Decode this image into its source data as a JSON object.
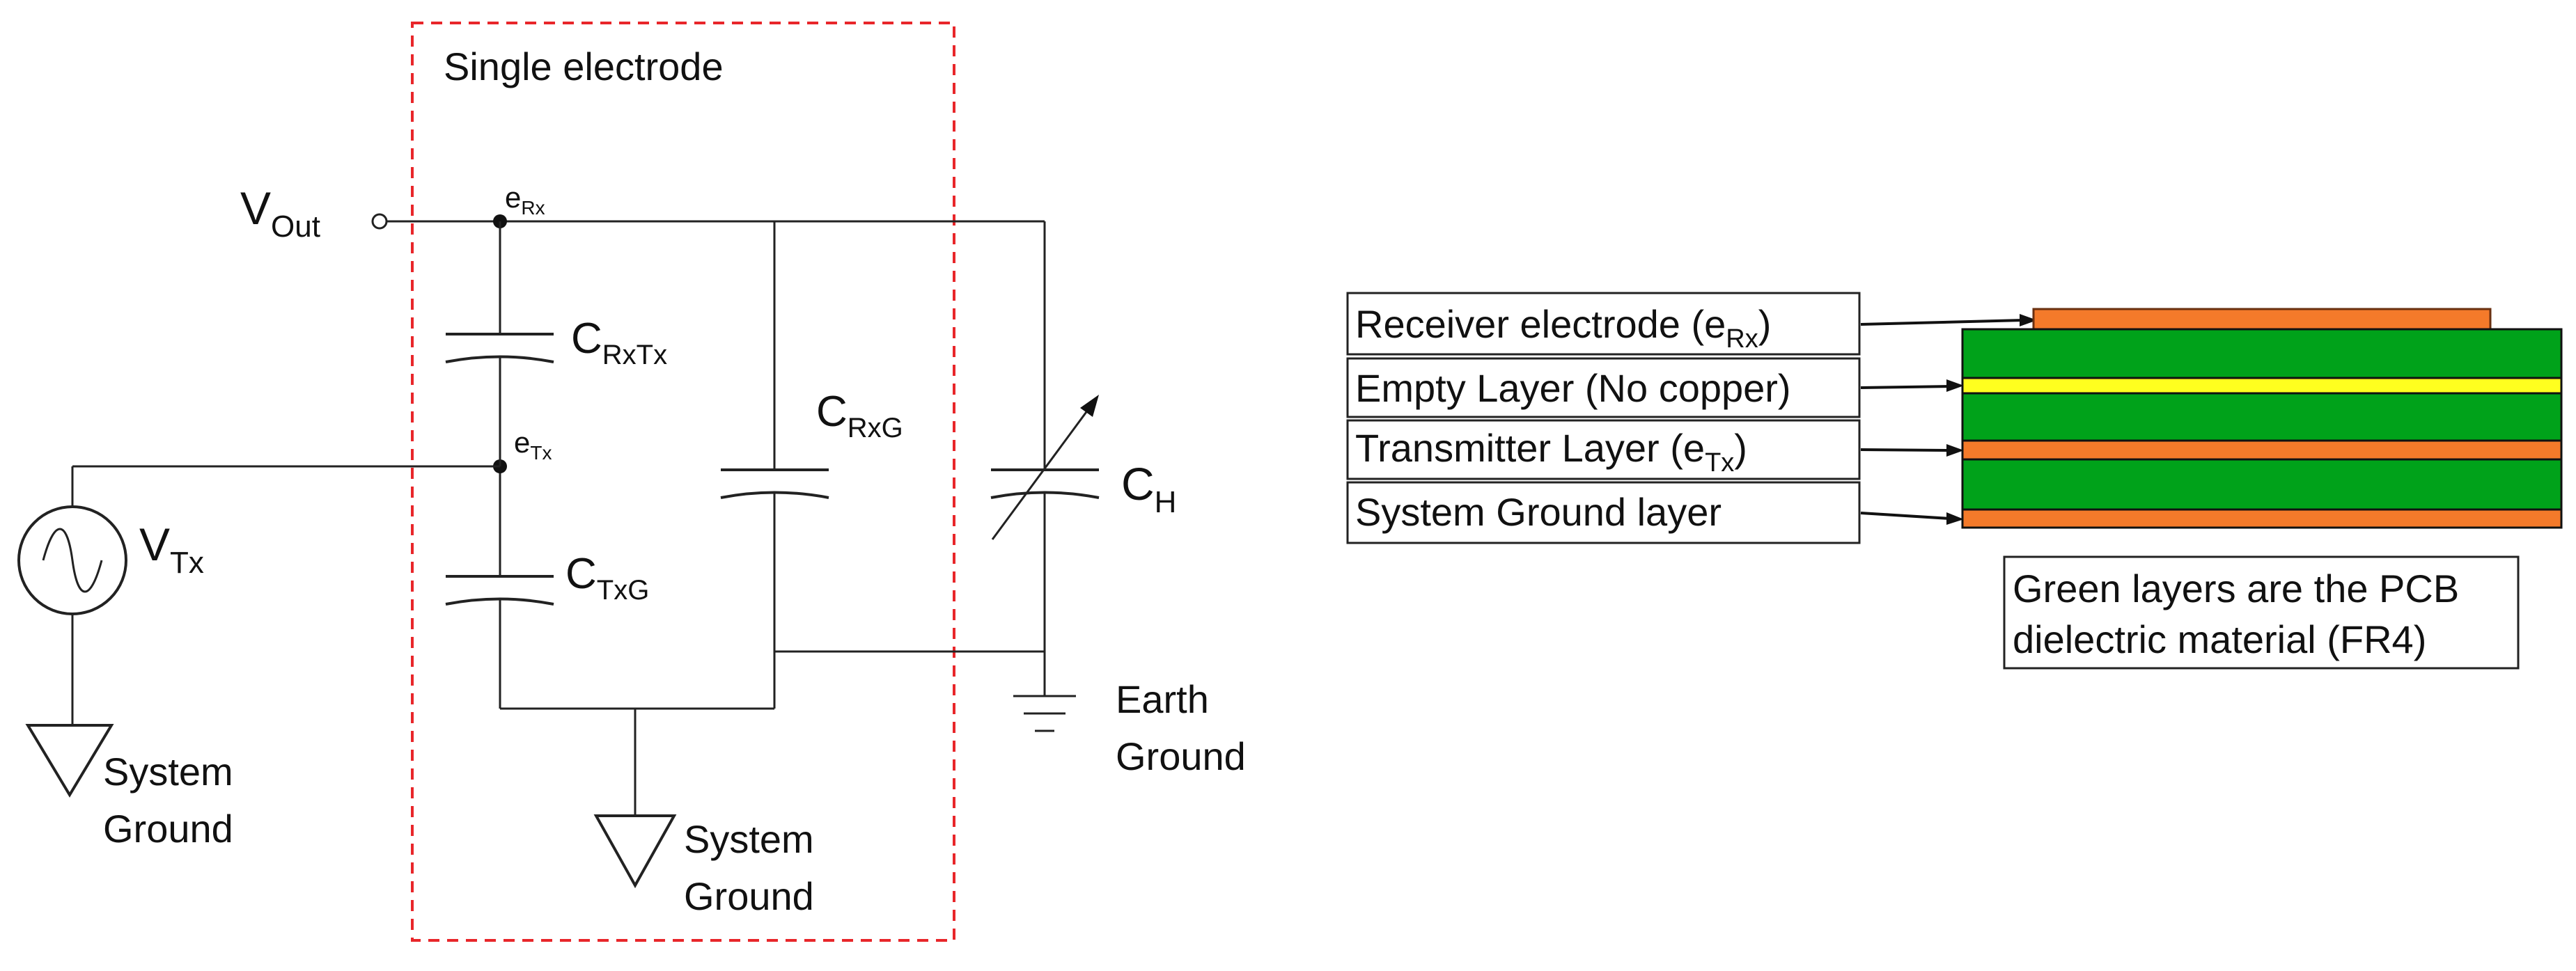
{
  "circuit": {
    "box_title": "Single electrode",
    "vout": {
      "main": "V",
      "sub": "Out"
    },
    "erx": {
      "main": "e",
      "sub": "Rx"
    },
    "etx": {
      "main": "e",
      "sub": "Tx"
    },
    "crxtx": {
      "main": "C",
      "sub": "RxTx"
    },
    "crxg": {
      "main": "C",
      "sub": "RxG"
    },
    "ctxg": {
      "main": "C",
      "sub": "TxG"
    },
    "ch": {
      "main": "C",
      "sub": "H"
    },
    "vtx": {
      "main": "V",
      "sub": "Tx"
    },
    "system_ground_left": [
      "System",
      "Ground"
    ],
    "system_ground_mid": [
      "System",
      "Ground"
    ],
    "earth_ground": [
      "Earth",
      "Ground"
    ]
  },
  "stackup": {
    "labels": [
      {
        "text": "Receiver electrode (e",
        "sub": "Rx",
        "tail": ")"
      },
      {
        "text": "Empty Layer (No copper)",
        "sub": "",
        "tail": ""
      },
      {
        "text": "Transmitter Layer (e",
        "sub": "Tx",
        "tail": ")"
      },
      {
        "text": "System Ground layer",
        "sub": "",
        "tail": ""
      }
    ],
    "note": [
      "Green layers are the PCB",
      "dielectric material (FR4)"
    ]
  },
  "colors": {
    "dielectric": "#00a21a",
    "copper": "#f47a2a",
    "empty_layer": "#ffff1f",
    "box_dash": "#e8262a",
    "wire": "#222222"
  }
}
